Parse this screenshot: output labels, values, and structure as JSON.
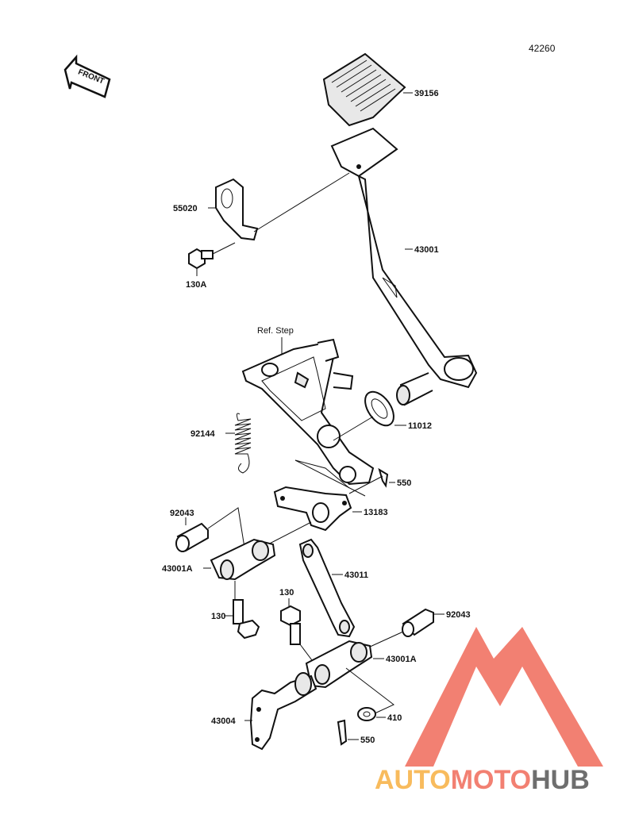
{
  "diagram_code": "42260",
  "front_arrow_label": "FRONT",
  "labels": {
    "p39156": "39156",
    "p55020": "55020",
    "p130A": "130A",
    "p43001": "43001",
    "ref_step": "Ref. Step",
    "p92144": "92144",
    "p11012": "11012",
    "p550a": "550",
    "p92043a": "92043",
    "p13183": "13183",
    "p43001Aa": "43001A",
    "p43011": "43011",
    "p130a": "130",
    "p130b": "130",
    "p92043b": "92043",
    "p43001Ab": "43001A",
    "p43004": "43004",
    "p410": "410",
    "p550b": "550"
  },
  "watermark": {
    "part1": "AUTO",
    "part2": "MOTO",
    "part3": "HUB",
    "color_orange": "#f7b041",
    "color_red": "#f06b5a",
    "color_gray": "#555555"
  }
}
